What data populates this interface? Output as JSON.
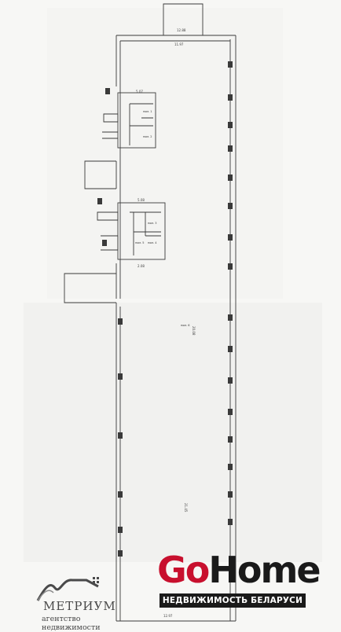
{
  "plan": {
    "dimensions": [
      "12.88",
      "11.97",
      "20.08",
      "5.07",
      "5.08",
      "2.08",
      "21.45",
      "12.97"
    ],
    "room_labels": [
      "пом. 1",
      "пом. 2",
      "пом. 3",
      "пом. 4",
      "пом. 5",
      "пом. 6"
    ]
  },
  "logos": {
    "metrium": {
      "name": "МЕТРИУМ",
      "tagline": "агентство недвижимости"
    },
    "gohome": {
      "go": "Go",
      "home": "Home",
      "tagline": "НЕДВИЖИМОСТЬ БЕЛАРУСИ"
    }
  },
  "colors": {
    "line": "#3a3a3a",
    "gohome_red": "#c8102e",
    "gohome_dark": "#1a1a1a",
    "metrium_gray": "#4a4a4a"
  }
}
